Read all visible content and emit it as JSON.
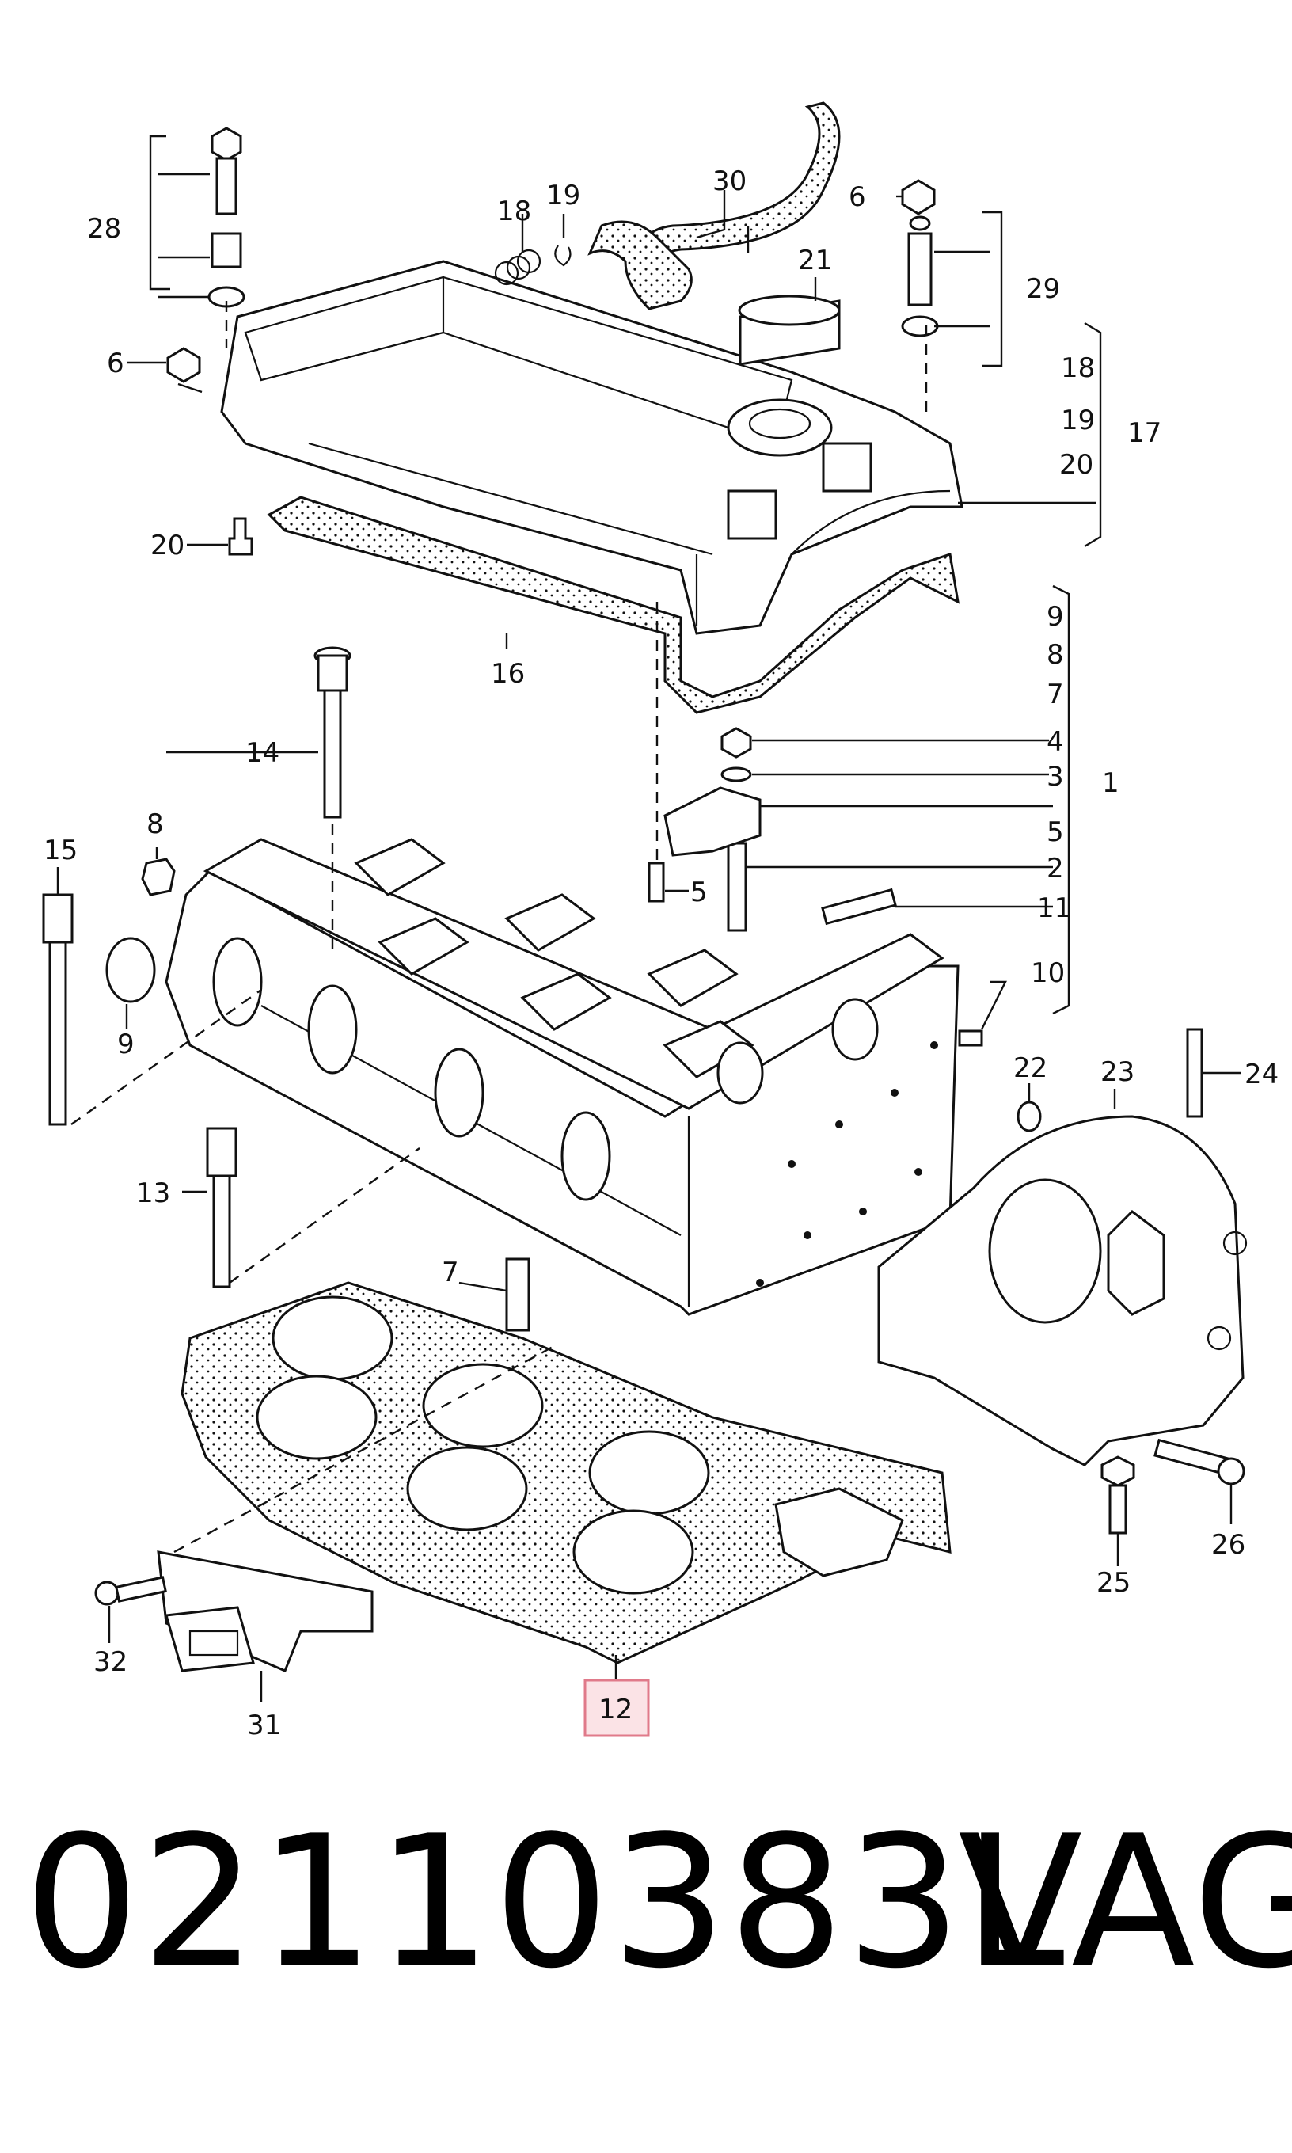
{
  "callouts": {
    "c1": "1",
    "c2": "2",
    "c3": "3",
    "c4": "4",
    "c5a": "5",
    "c5b": "5",
    "c6a": "6",
    "c6b": "6",
    "c7a": "7",
    "c7b": "7",
    "c8a": "8",
    "c8b": "8",
    "c9a": "9",
    "c9b": "9",
    "c10": "10",
    "c11": "11",
    "c12": "12",
    "c13": "13",
    "c14": "14",
    "c15": "15",
    "c16": "16",
    "c17": "17",
    "c18a": "18",
    "c18b": "18",
    "c19a": "19",
    "c19b": "19",
    "c20a": "20",
    "c20b": "20",
    "c21": "21",
    "c22": "22",
    "c23": "23",
    "c24": "24",
    "c25": "25",
    "c26": "26",
    "c28": "28",
    "c29": "29",
    "c30": "30",
    "c31": "31",
    "c32": "32"
  },
  "highlight": {
    "part": "12",
    "color": "#e07a8a",
    "fill": "#fbe3e6"
  },
  "footer": {
    "part_number": "02110383L",
    "brand": "VAG"
  }
}
